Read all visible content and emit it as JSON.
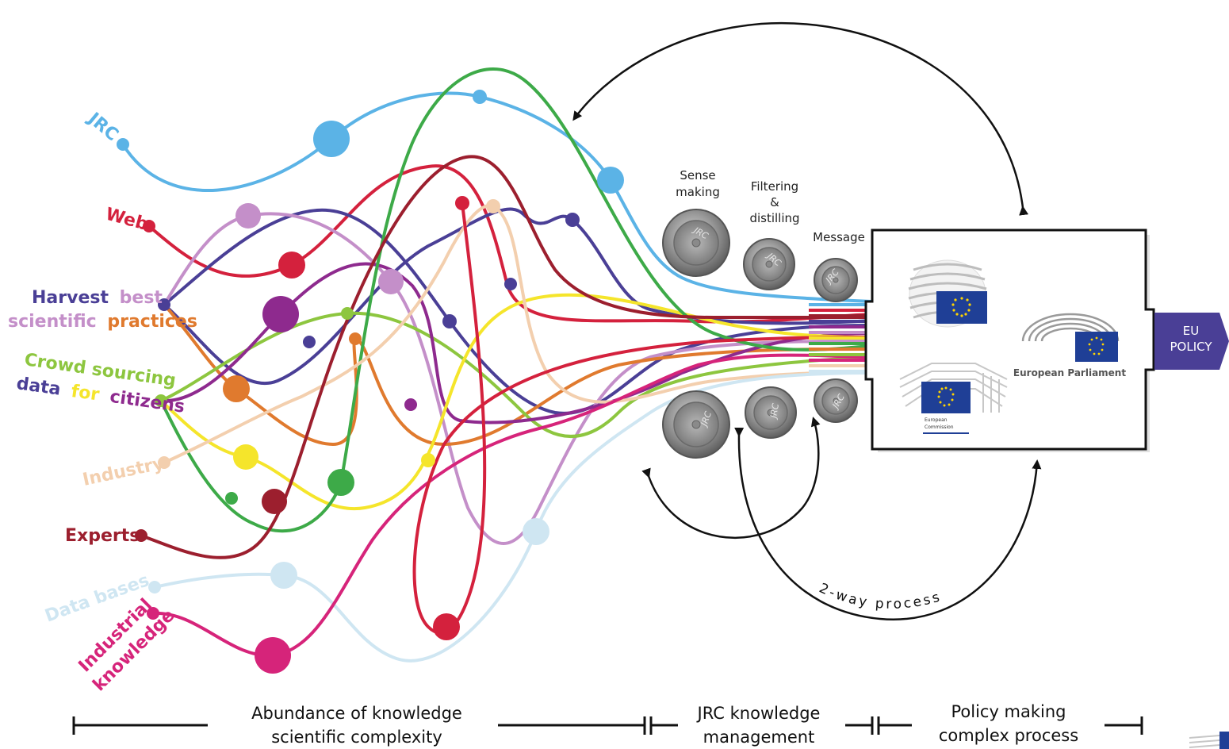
{
  "sources": {
    "jrc": "JRC",
    "web": "Web",
    "harvest_line1_a": "Harvest",
    "harvest_line1_b": "best",
    "harvest_line2_a": "scientific",
    "harvest_line2_b": "practices",
    "crowd_line1": "Crowd sourcing",
    "crowd_line2_a": "data",
    "crowd_line2_b": "for",
    "crowd_line2_c": "citizens",
    "industry": "Industry",
    "experts": "Experts",
    "databases": "Data bases",
    "industrial_line1": "Industrial",
    "industrial_line2": "knowledge"
  },
  "stages": {
    "sense_line1": "Sense",
    "sense_line2": "making",
    "filter_line1": "Filtering",
    "filter_line2": "&",
    "filter_line3": "distilling",
    "message": "Message"
  },
  "lens_label": "JRC",
  "institutions": {
    "parliament": "European Parliament",
    "commission_line1": "European",
    "commission_line2": "Commission"
  },
  "output": {
    "line1": "EU",
    "line2": "POLICY"
  },
  "process_label": "2-way process",
  "bottom": {
    "abundance_line1": "Abundance of knowledge",
    "abundance_line2": "scientific complexity",
    "jrc_line1": "JRC knowledge",
    "jrc_line2": "management",
    "policy_line1": "Policy making",
    "policy_line2": "complex process"
  },
  "colors": {
    "jrc": "#5bb3e6",
    "web": "#d4213d",
    "harvest": "#4a3f96",
    "lilac": "#c48fc9",
    "orange": "#e07a2e",
    "crowd": "#8dc63f",
    "yellow": "#f5e52b",
    "purple": "#8e2a8e",
    "industry": "#f3cfae",
    "experts": "#9c1f2e",
    "databases": "#cfe6f2",
    "industrial": "#d6247a",
    "green": "#3daa48",
    "eu_policy": "#4a3f96"
  }
}
